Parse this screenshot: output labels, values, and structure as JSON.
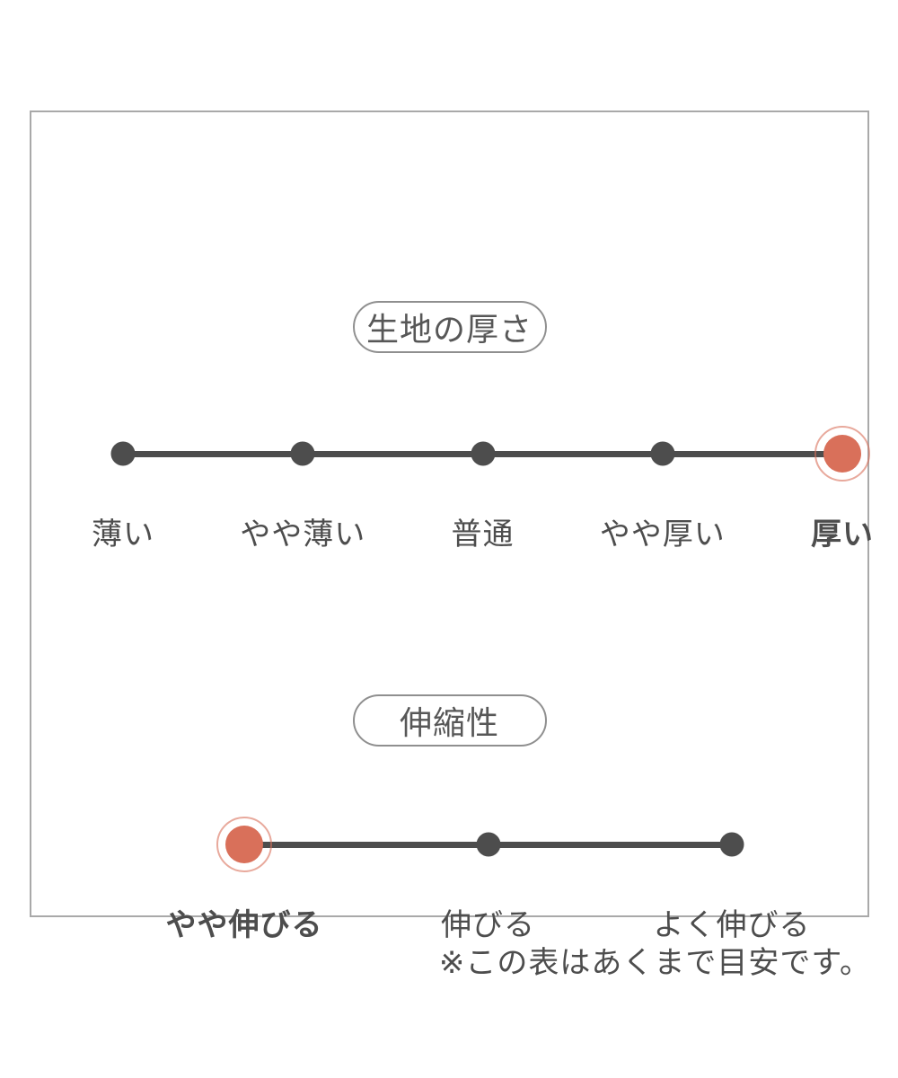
{
  "colors": {
    "dark": "#4d4d4d",
    "accent": "#d9705a",
    "frame-border": "#a9a9a9",
    "pill-border": "#8f8f8f",
    "pill-text": "#575757"
  },
  "note": {
    "text": "※この表はあくまで目安です。"
  },
  "chart_data": [
    {
      "type": "rating-scale",
      "title": "生地の厚さ",
      "categories": [
        "薄い",
        "やや薄い",
        "普通",
        "やや厚い",
        "厚い"
      ],
      "levels": 5,
      "selected_index": 4,
      "selected_label": "厚い",
      "layout": {
        "orientation": "horizontal",
        "selected_marker": "accent-dot-with-ring"
      }
    },
    {
      "type": "rating-scale",
      "title": "伸縮性",
      "categories": [
        "やや伸びる",
        "伸びる",
        "よく伸びる"
      ],
      "levels": 3,
      "selected_index": 0,
      "selected_label": "やや伸びる",
      "layout": {
        "orientation": "horizontal",
        "selected_marker": "accent-dot-with-ring"
      }
    }
  ]
}
